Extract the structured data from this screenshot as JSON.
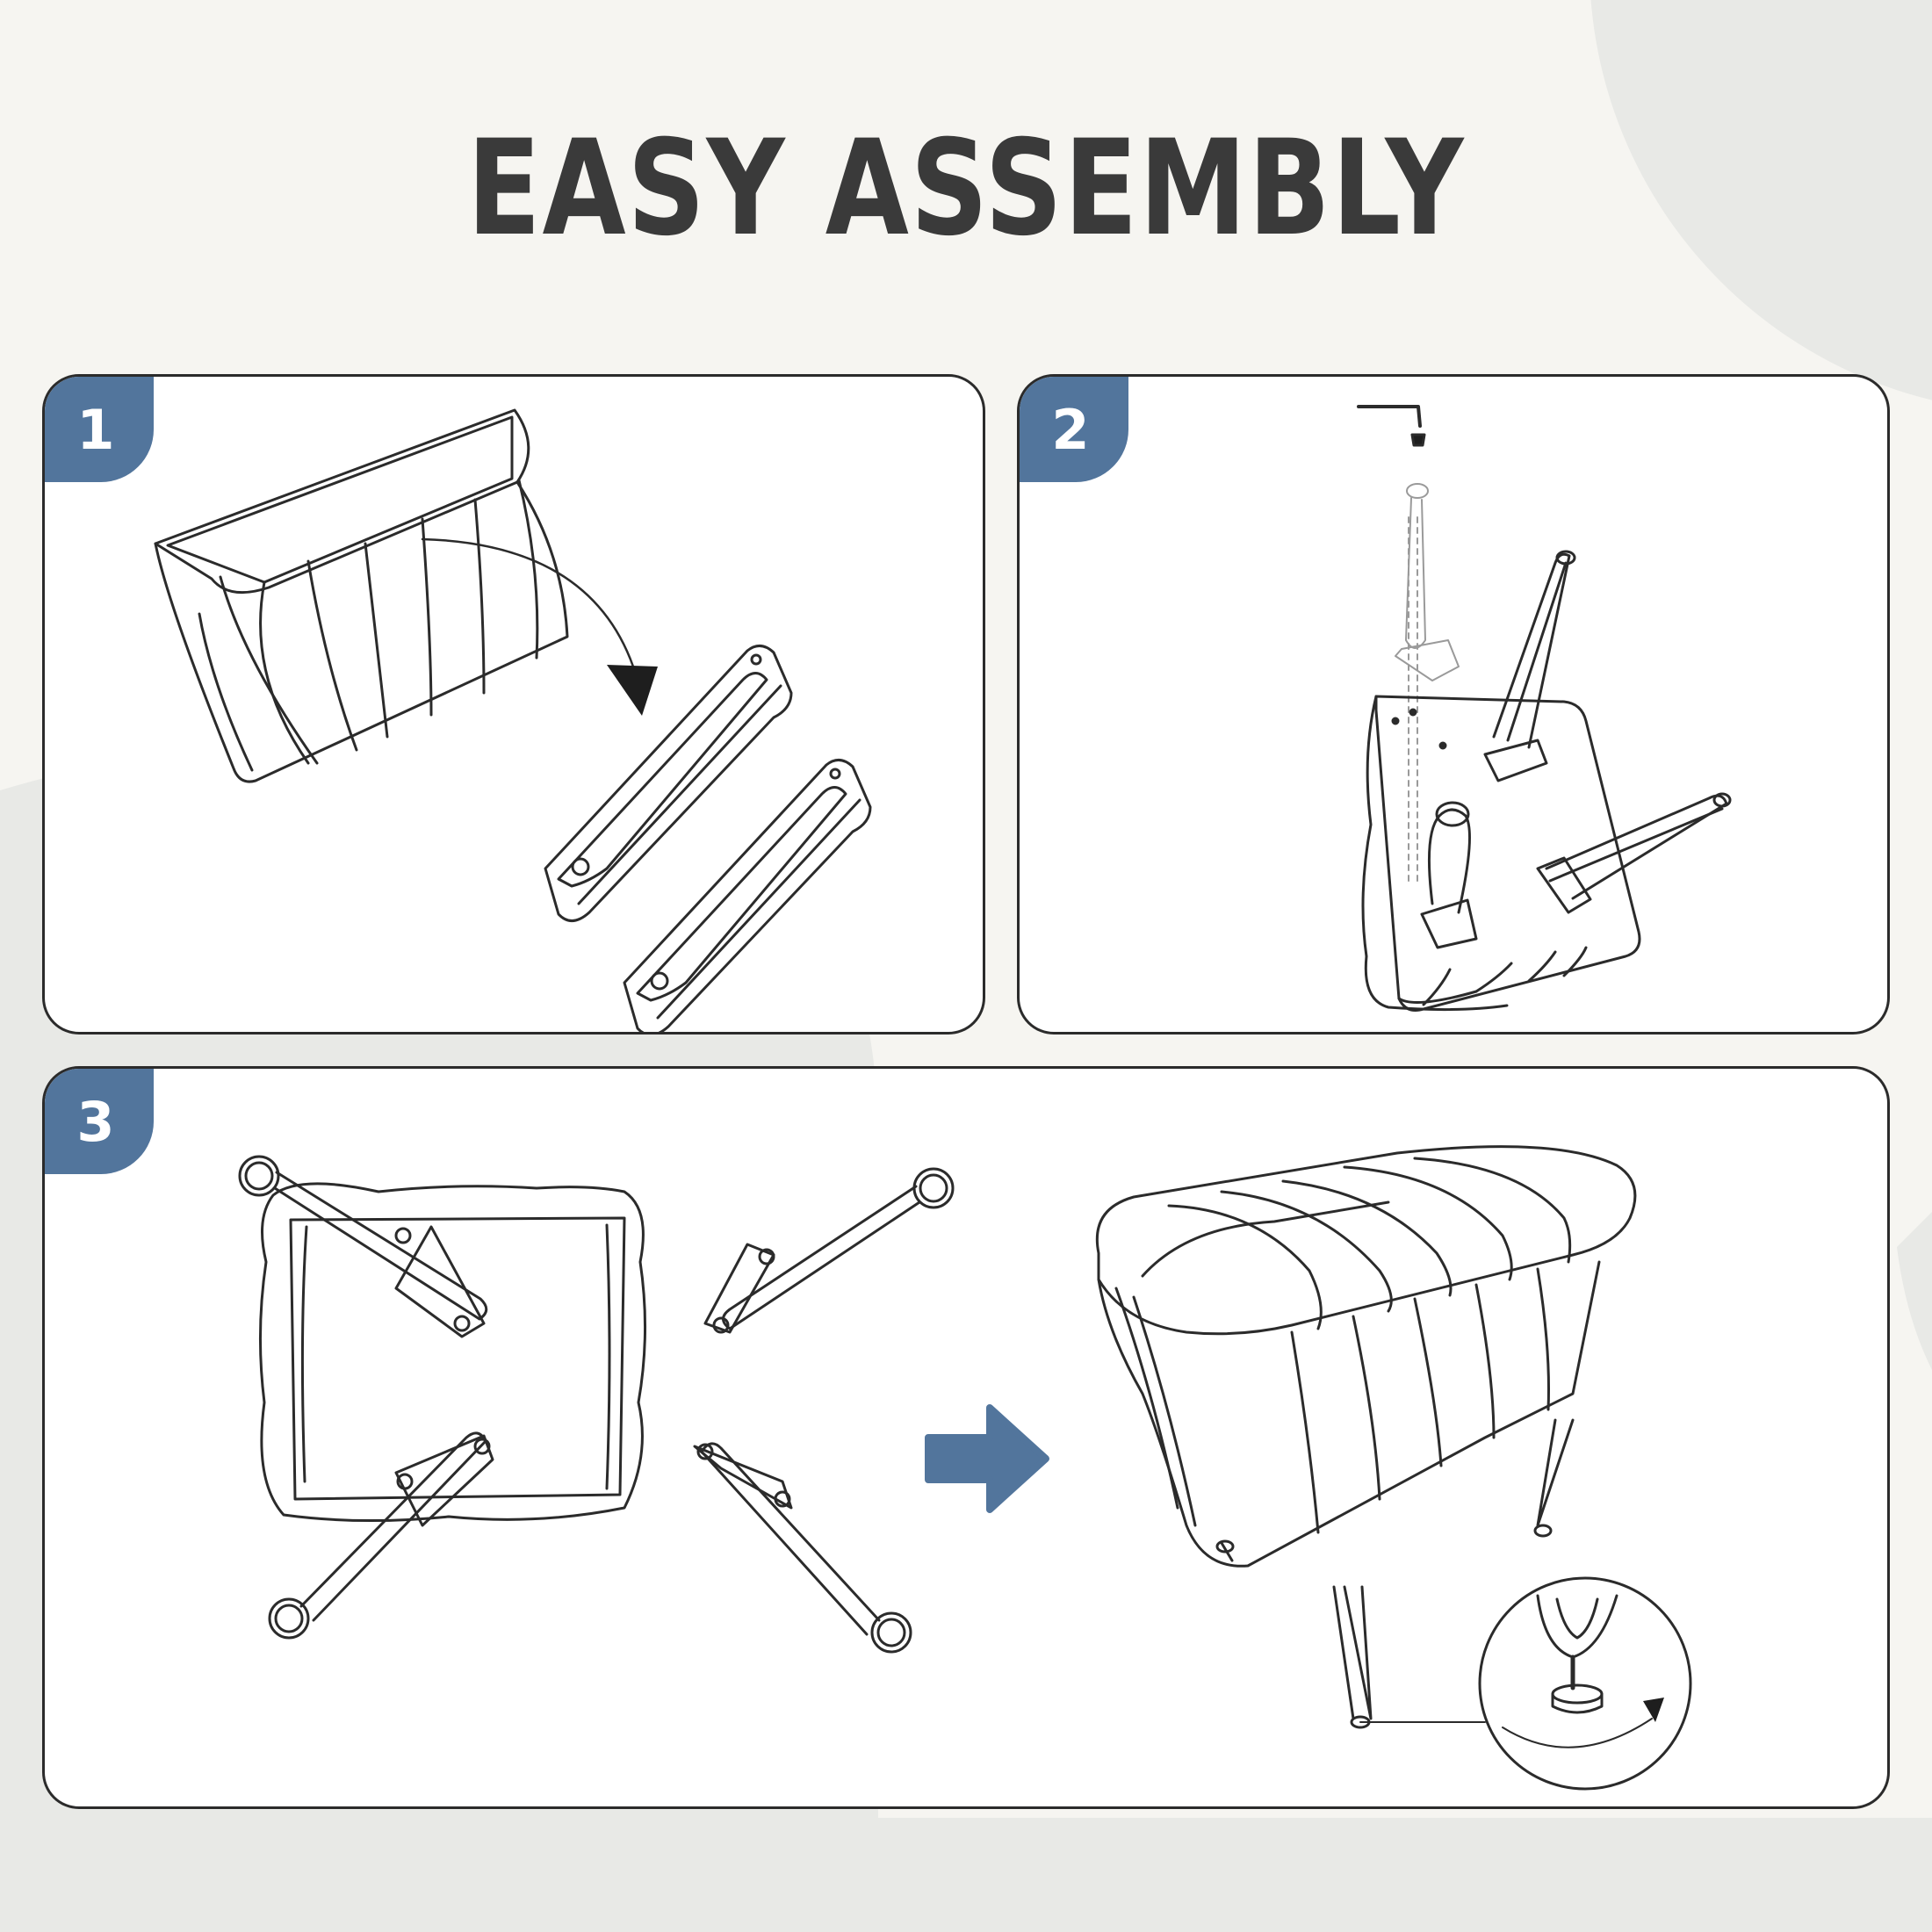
{
  "title": "EASY ASSEMBLY",
  "colors": {
    "background": "#f6f5f1",
    "background_shape": "#e8e9e6",
    "badge": "#52759c",
    "arrow": "#52759c",
    "title": "#3a3a3a",
    "line": "#2b2b2b"
  },
  "steps": [
    {
      "number": "1"
    },
    {
      "number": "2"
    },
    {
      "number": "3"
    }
  ]
}
